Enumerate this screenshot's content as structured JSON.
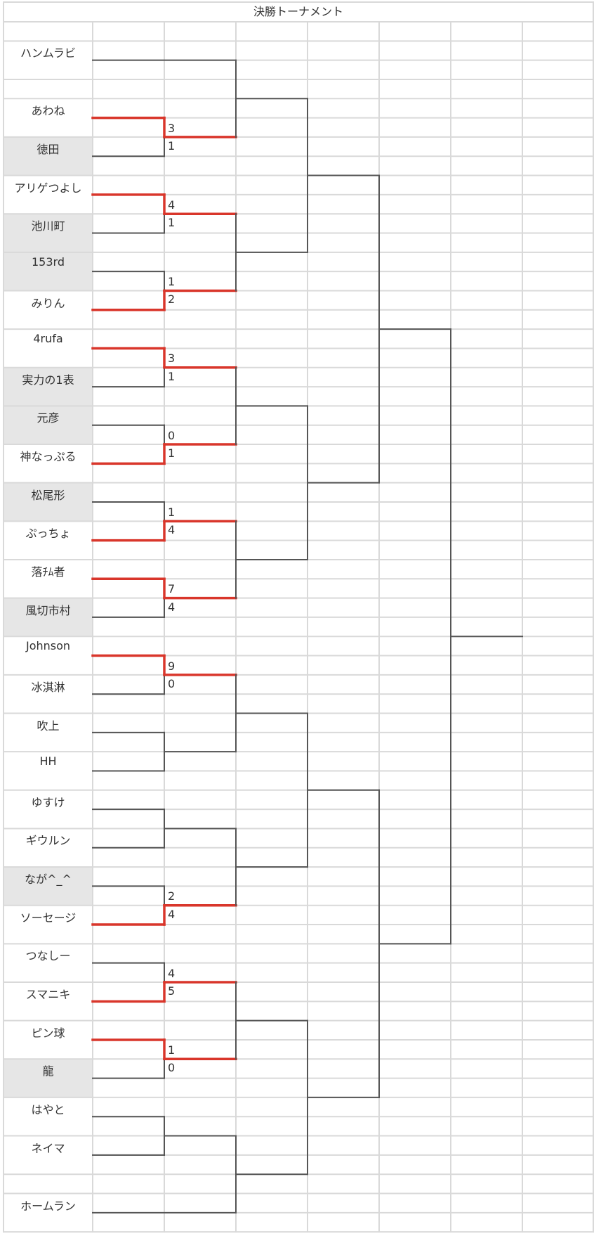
{
  "title": "決勝トーナメント",
  "colors": {
    "line": "#555555",
    "winner": "#d9362b",
    "grid": "#d9d9d9",
    "highlight": "#e6e6e6"
  },
  "players": [
    {
      "name": "ハンムラビ",
      "highlight": false
    },
    {
      "name": "あわね",
      "highlight": false
    },
    {
      "name": "徳田",
      "highlight": true
    },
    {
      "name": "アリゲつよし",
      "highlight": false
    },
    {
      "name": "池川町",
      "highlight": true
    },
    {
      "name": "153rd",
      "highlight": true
    },
    {
      "name": "みりん",
      "highlight": false
    },
    {
      "name": "4rufa",
      "highlight": false
    },
    {
      "name": "実力の1表",
      "highlight": true
    },
    {
      "name": "元彦",
      "highlight": true
    },
    {
      "name": "神なっぷる",
      "highlight": false
    },
    {
      "name": "松尾形",
      "highlight": true
    },
    {
      "name": "ぷっちょ",
      "highlight": false
    },
    {
      "name": "落ﾁﾑ者",
      "highlight": false
    },
    {
      "name": "風切市村",
      "highlight": true
    },
    {
      "name": "Johnson",
      "highlight": false
    },
    {
      "name": "冰淇淋",
      "highlight": false
    },
    {
      "name": "吹上",
      "highlight": false
    },
    {
      "name": "HH",
      "highlight": false
    },
    {
      "name": "ゆすけ",
      "highlight": false
    },
    {
      "name": "ギウルン",
      "highlight": false
    },
    {
      "name": "なが^_^",
      "highlight": true
    },
    {
      "name": "ソーセージ",
      "highlight": false
    },
    {
      "name": "つなしー",
      "highlight": false
    },
    {
      "name": "スマニキ",
      "highlight": false
    },
    {
      "name": "ピン球",
      "highlight": false
    },
    {
      "name": "龍",
      "highlight": true
    },
    {
      "name": "はやと",
      "highlight": false
    },
    {
      "name": "ネイマ",
      "highlight": false
    },
    {
      "name": "ホームラン",
      "highlight": false
    }
  ],
  "round1": [
    {
      "top": "3",
      "bottom": "1",
      "winner": "top"
    },
    {
      "top": "4",
      "bottom": "1",
      "winner": "top"
    },
    {
      "top": "1",
      "bottom": "2",
      "winner": "bottom"
    },
    {
      "top": "3",
      "bottom": "1",
      "winner": "top"
    },
    {
      "top": "0",
      "bottom": "1",
      "winner": "bottom"
    },
    {
      "top": "1",
      "bottom": "4",
      "winner": "bottom"
    },
    {
      "top": "7",
      "bottom": "4",
      "winner": "top"
    },
    {
      "top": "9",
      "bottom": "0",
      "winner": "top"
    },
    {
      "top": null,
      "bottom": null,
      "winner": null
    },
    {
      "top": null,
      "bottom": null,
      "winner": null
    },
    {
      "top": "2",
      "bottom": "4",
      "winner": "bottom"
    },
    {
      "top": "4",
      "bottom": "5",
      "winner": "bottom"
    },
    {
      "top": "1",
      "bottom": "0",
      "winner": "top"
    },
    {
      "top": null,
      "bottom": null,
      "winner": null
    }
  ]
}
